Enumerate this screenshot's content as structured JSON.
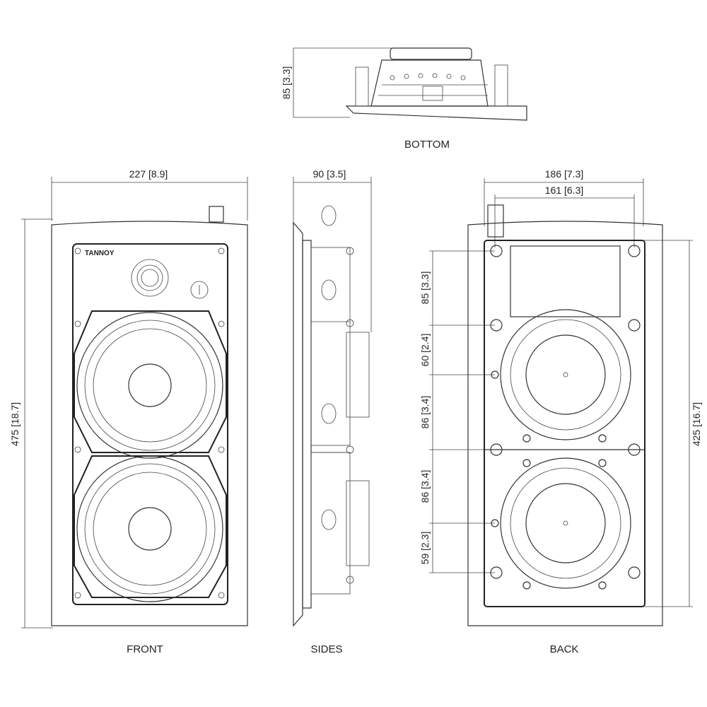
{
  "views": {
    "bottom": {
      "label": "BOTTOM",
      "height_dim": "85 [3.3]"
    },
    "front": {
      "label": "FRONT",
      "width_dim": "227 [8.9]",
      "height_dim": "475 [18.7]",
      "logo": "TANNOY"
    },
    "sides": {
      "label": "SIDES",
      "depth_dim": "90 [3.5]"
    },
    "back": {
      "label": "BACK",
      "outer_width_dim": "186 [7.3]",
      "inner_width_dim": "161 [6.3]",
      "height_dim": "425 [16.7]",
      "vertical_spacing_dims": [
        "85 [3.3]",
        "60 [2.4]",
        "86 [3.4]",
        "86 [3.4]",
        "59 [2.3]"
      ]
    }
  }
}
